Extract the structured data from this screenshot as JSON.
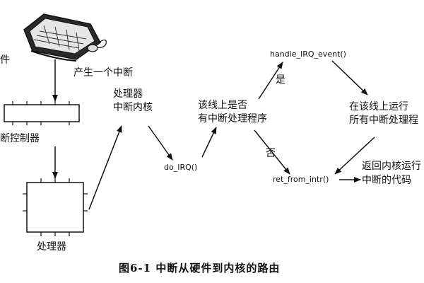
{
  "diagram": {
    "labels": {
      "hardware_fragment": "件",
      "generate_interrupt": "产生一个中断",
      "interrupt_controller": "断控制器",
      "processor": "处理器",
      "processor_interrupts_kernel_line1": "处理器",
      "processor_interrupts_kernel_line2": "中断内核",
      "do_irq": "do_IRQ()",
      "check_handler_line1": "该线上是否",
      "check_handler_line2": "有中断处理程序",
      "yes": "是",
      "no": "否",
      "handle_irq_event": "handle_IRQ_event()",
      "run_handlers_line1": "在该线上运行",
      "run_handlers_line2": "所有中断处理程",
      "ret_from_intr": "ret_from_intr()",
      "return_line1": "返回内核运行",
      "return_line2": "中断的代码"
    },
    "caption": "图6-1   中断从硬件到内核的路由"
  }
}
